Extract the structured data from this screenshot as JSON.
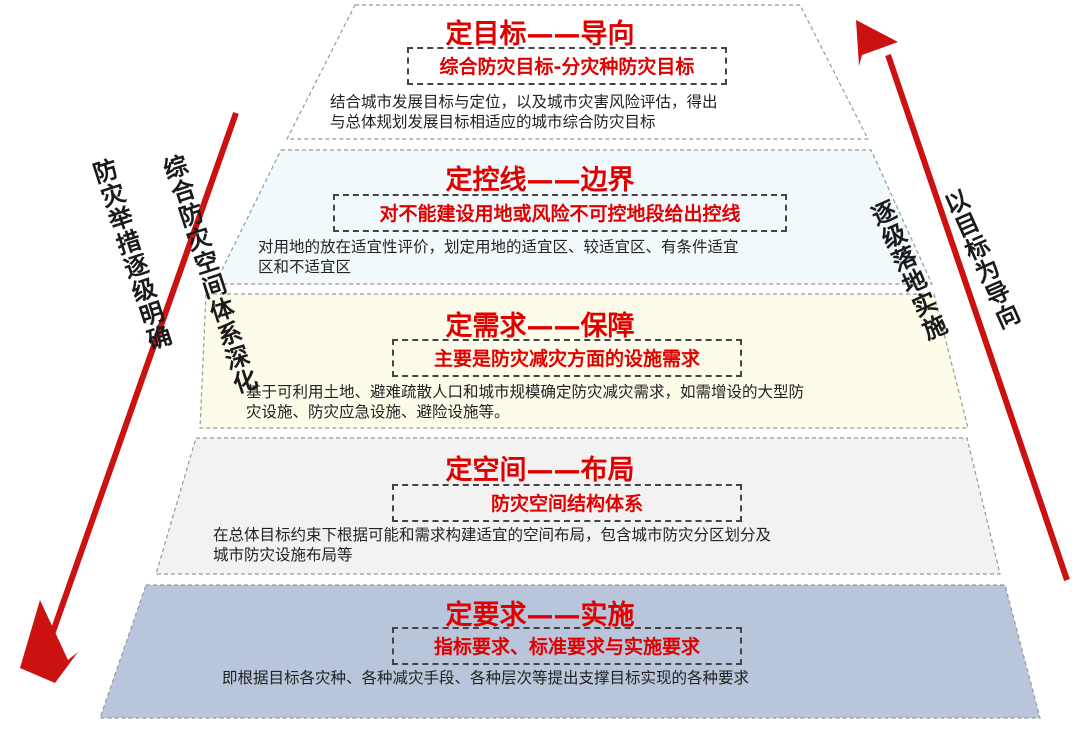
{
  "colors": {
    "title_red": "#e00000",
    "arrow_red": "#cc1111",
    "tier1_fill": "#ffffff",
    "tier2_fill": "#f1f9fd",
    "tier3_fill": "#fdfbe9",
    "tier4_fill": "#f2f2f2",
    "tier5_fill": "#b9c5da"
  },
  "tiers": [
    {
      "title": "定目标——导向",
      "box": "综合防灾目标-分灾种防灾目标",
      "desc_line1": "结合城市发展目标与定位，以及城市灾害风险评估，得出",
      "desc_line2": "与总体规划发展目标相适应的城市综合防灾目标"
    },
    {
      "title": "定控线——边界",
      "box": "对不能建设用地或风险不可控地段给出控线",
      "desc_line1": "对用地的放在适宜性评价，划定用地的适宜区、较适宜区、有条件适宜",
      "desc_line2": "区和不适宜区"
    },
    {
      "title": "定需求——保障",
      "box": "主要是防灾减灾方面的设施需求",
      "desc_line1": "基于可利用土地、避难疏散人口和城市规模确定防灾减灾需求，如需增设的大型防",
      "desc_line2": "灾设施、防灾应急设施、避险设施等。"
    },
    {
      "title": "定空间——布局",
      "box": "防灾空间结构体系",
      "desc_line1": "在总体目标约束下根据可能和需求构建适宜的空间布局，包含城市防灾分区划分及",
      "desc_line2": "城市防灾设施布局等"
    },
    {
      "title": "定要求——实施",
      "box": "指标要求、标准要求与实施要求",
      "desc_line1": "即根据目标各灾种、各种减灾手段、各种层次等提出支撑目标实现的各种要求",
      "desc_line2": ""
    }
  ],
  "left_labels": {
    "outer": "防灾举措逐级明确",
    "inner": "综合防灾空间体系深化"
  },
  "right_labels": {
    "inner": "逐级落地实施",
    "outer": "以目标为导向"
  }
}
